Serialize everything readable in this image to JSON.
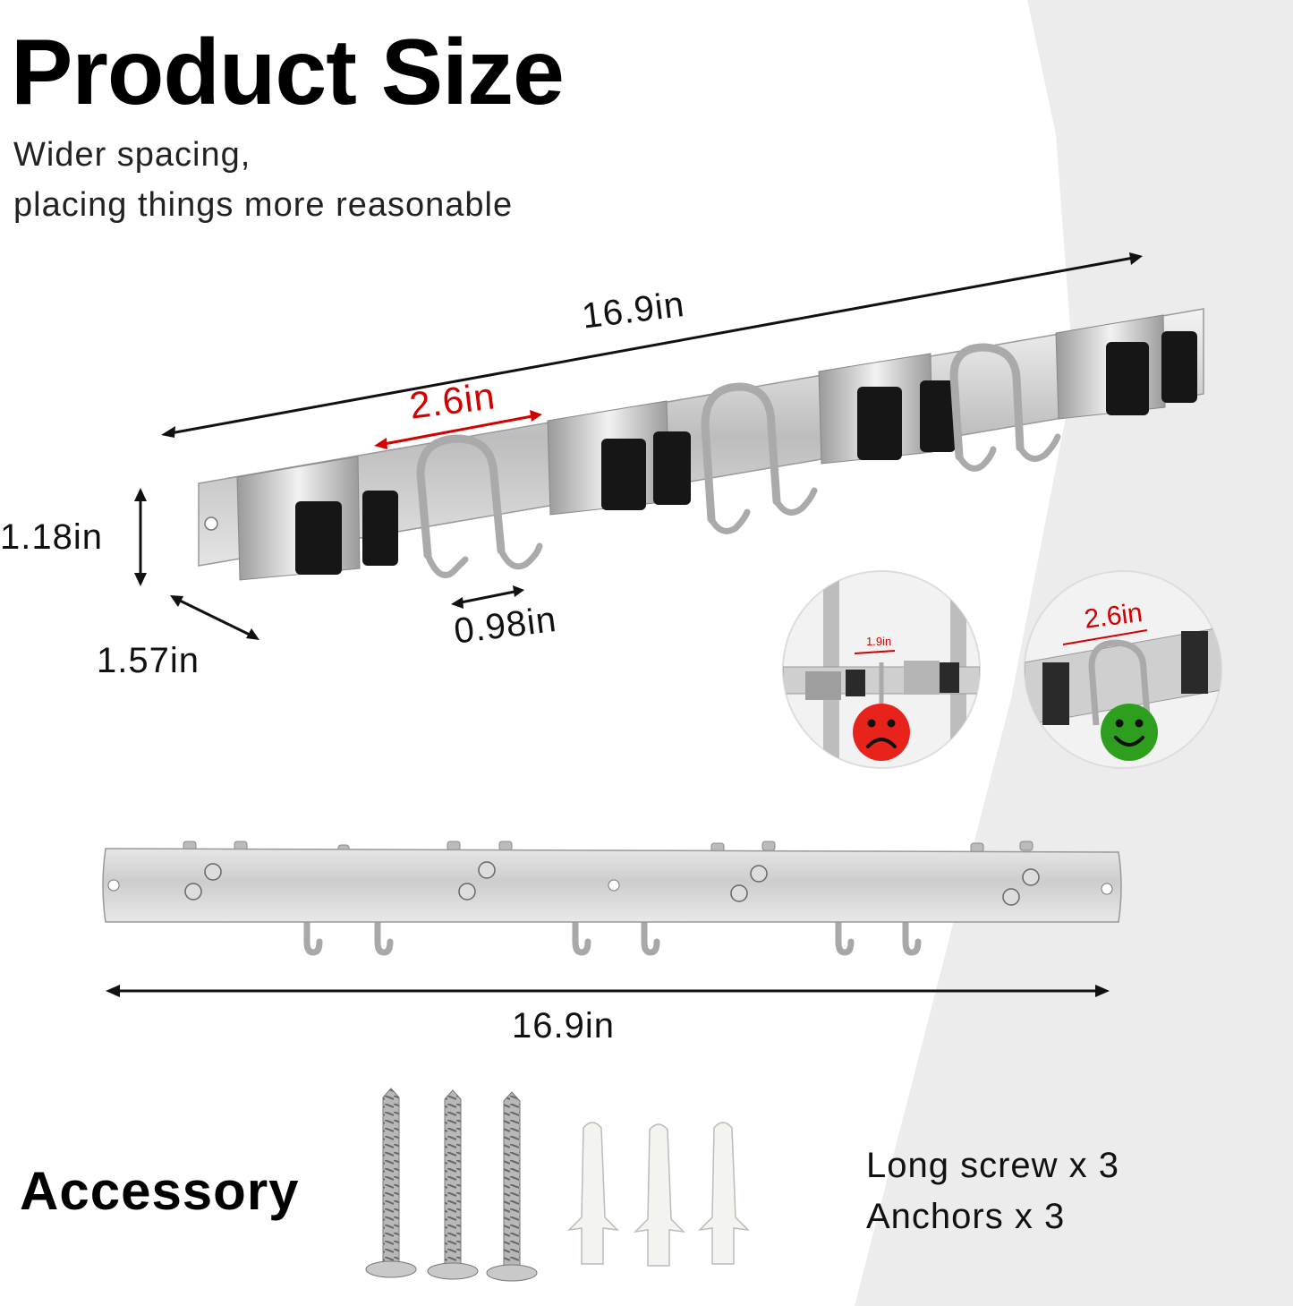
{
  "header": {
    "title": "Product Size",
    "subtitle_line1": "Wider spacing,",
    "subtitle_line2": "placing things more reasonable"
  },
  "dimensions": {
    "top_length": "16.9in",
    "holder_spacing": "2.6in",
    "height": "1.18in",
    "depth": "1.57in",
    "hook_width": "0.98in",
    "bottom_length": "16.9in"
  },
  "comparison": {
    "narrow_spacing": "1.9in",
    "wide_spacing": "2.6in",
    "bad_icon": "sad-face-icon",
    "good_icon": "smiley-face-icon",
    "bad_color": "#e8231c",
    "good_color": "#2e9e1f"
  },
  "accessory": {
    "title": "Accessory",
    "line1": "Long screw x 3",
    "line2": "Anchors x 3"
  },
  "colors": {
    "accent_red": "#d40000",
    "steel": "#c9c9c9",
    "rubber": "#161616"
  }
}
